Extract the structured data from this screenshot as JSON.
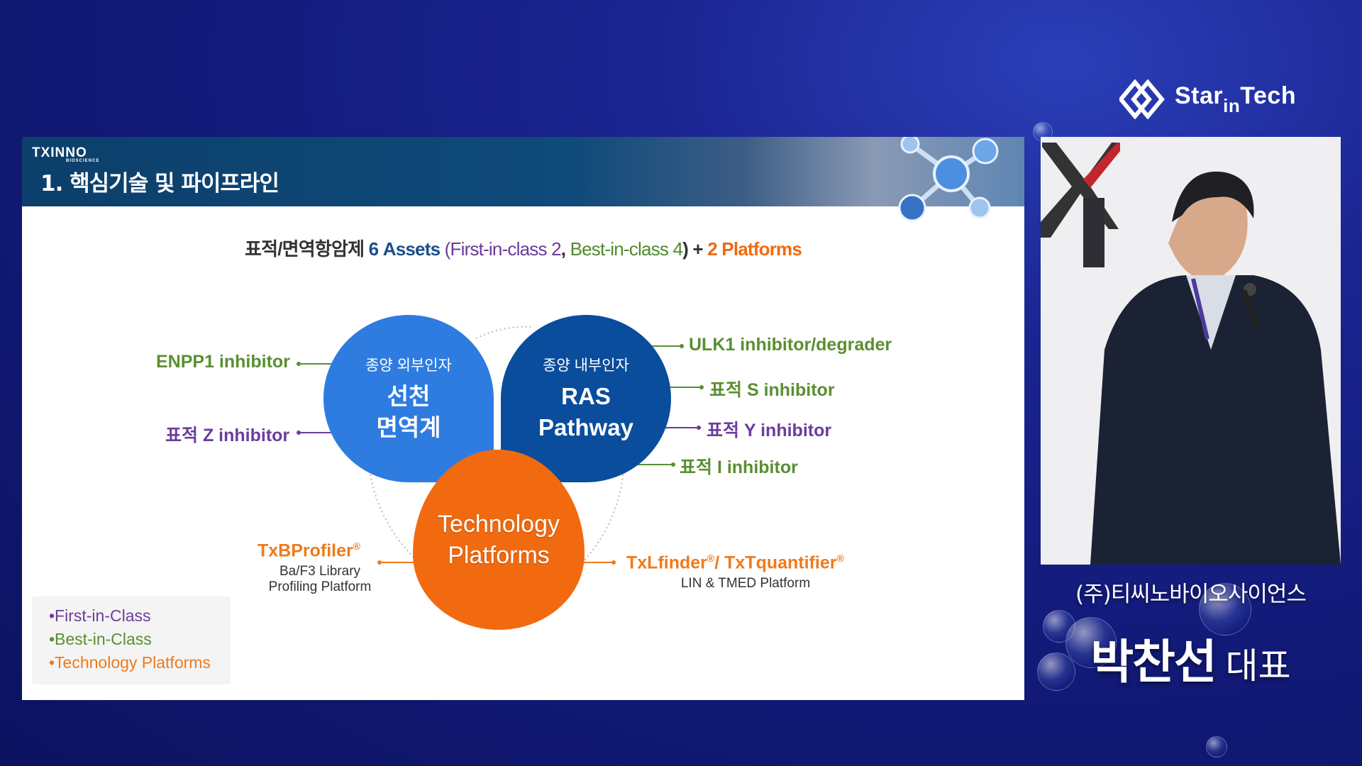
{
  "brand": {
    "name_prefix": "Star",
    "name_sub": "in",
    "name_suffix": "Tech"
  },
  "slide": {
    "logo": "TXINNO",
    "logo_sub": "BIOSCIENCE",
    "title": "1. 핵심기술 및 파이프라인",
    "summary": {
      "part1": "표적/면역항암제",
      "part2": "6 Assets",
      "part3": " (",
      "part4": "First-in-class 2",
      "part5": ", ",
      "part6": "Best-in-class 4",
      "part7": ") + ",
      "part8": "2 Platforms"
    },
    "petals": {
      "left_small": "종양 외부인자",
      "left_big1": "선천",
      "left_big2": "면역계",
      "right_small": "종양 내부인자",
      "right_big1": "RAS",
      "right_big2": "Pathway",
      "bottom_big1": "Technology",
      "bottom_big2": "Platforms"
    },
    "labels": {
      "enpp1": "ENPP1 inhibitor",
      "target_z": "표적 Z inhibitor",
      "ulk1": "ULK1 inhibitor/degrader",
      "target_s": "표적 S inhibitor",
      "target_y": "표적 Y inhibitor",
      "target_i": "표적 I inhibitor",
      "txbprofiler": "TxBProfiler",
      "txbprofiler_sub1": "Ba/F3 Library",
      "txbprofiler_sub2": "Profiling Platform",
      "txlfinder": "TxLfinder",
      "txtquantifier": "/ TxTquantifier",
      "txl_sub": "LIN & TMED Platform",
      "registered": "®"
    },
    "legend": [
      "•First-in-Class",
      "•Best-in-Class",
      "•Technology Platforms"
    ]
  },
  "speaker": {
    "org": "(주)티씨노바이오사이언스",
    "name": "박찬선",
    "title": "대표"
  },
  "colors": {
    "left_petal": "#2f7ce0",
    "right_petal": "#0a4d9c",
    "bottom_petal": "#f26a0f",
    "first_in_class": "#6b3d9c",
    "best_in_class": "#5a8f31",
    "platform": "#f07a1a"
  }
}
